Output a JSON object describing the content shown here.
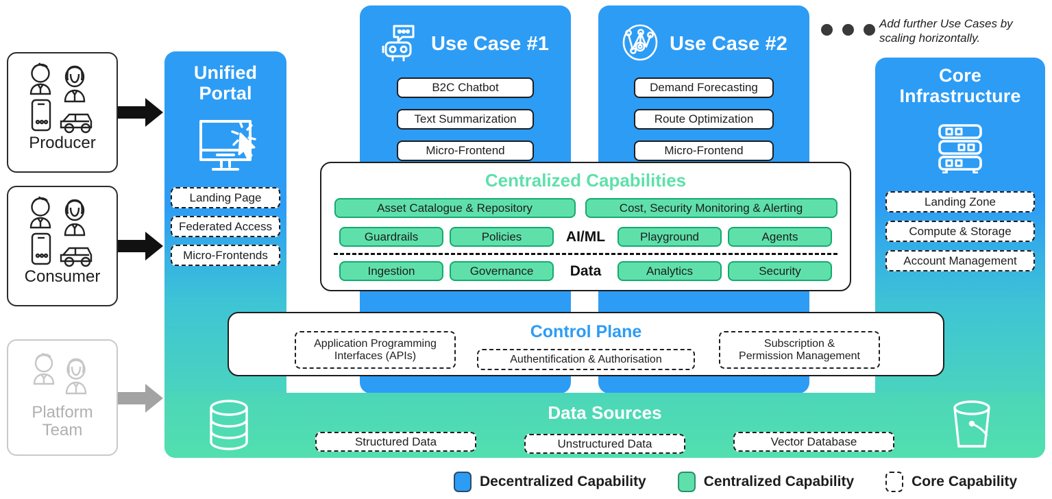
{
  "colors": {
    "decentralized_blue": "#2d9cf5",
    "centralized_green": "#5fe0ab",
    "gradient_top": "#2d9cf5",
    "gradient_bottom": "#52dfae",
    "core_capability_border": "#1d1d1d"
  },
  "actors": [
    {
      "label": "Producer",
      "icon": "people-phone-car-icon",
      "muted": false
    },
    {
      "label": "Consumer",
      "icon": "people-phone-car-icon",
      "muted": false
    },
    {
      "label": "Platform\nTeam",
      "label_line1": "Platform",
      "label_line2": "Team",
      "icon": "people-icon",
      "muted": true
    }
  ],
  "unified_portal": {
    "title_line1": "Unified",
    "title_line2": "Portal",
    "icon": "monitor-cursor-icon",
    "items": [
      {
        "label": "Landing Page"
      },
      {
        "label": "Federated Access"
      },
      {
        "label": "Micro-Frontends"
      }
    ]
  },
  "use_cases": [
    {
      "title": "Use Case #1",
      "icon": "chatbot-icon",
      "items": [
        {
          "label": "B2C Chatbot"
        },
        {
          "label": "Text Summarization"
        },
        {
          "label": "Micro-Frontend"
        }
      ]
    },
    {
      "title": "Use Case #2",
      "icon": "network-graph-icon",
      "items": [
        {
          "label": "Demand Forecasting"
        },
        {
          "label": "Route Optimization"
        },
        {
          "label": "Micro-Frontend"
        }
      ]
    }
  ],
  "scaling_note": {
    "line1": "Add further Use Cases by",
    "line2": "scaling horizontally.",
    "ellipsis_dots": 3
  },
  "core_infrastructure": {
    "title_line1": "Core",
    "title_line2": "Infrastructure",
    "icon": "server-rack-icon",
    "items": [
      {
        "label": "Landing Zone"
      },
      {
        "label": "Compute & Storage"
      },
      {
        "label": "Account Management"
      }
    ]
  },
  "centralized_capabilities": {
    "title": "Centralized Capabilities",
    "wide_items": [
      {
        "label": "Asset Catalogue & Repository"
      },
      {
        "label": "Cost, Security Monitoring & Alerting"
      }
    ],
    "aiml_row": {
      "divider_label": "AI/ML",
      "left": [
        {
          "label": "Guardrails"
        },
        {
          "label": "Policies"
        }
      ],
      "right": [
        {
          "label": "Playground"
        },
        {
          "label": "Agents"
        }
      ]
    },
    "data_row": {
      "divider_label": "Data",
      "left": [
        {
          "label": "Ingestion"
        },
        {
          "label": "Governance"
        }
      ],
      "right": [
        {
          "label": "Analytics"
        },
        {
          "label": "Security"
        }
      ]
    }
  },
  "control_plane": {
    "title": "Control Plane",
    "items": [
      {
        "label_line1": "Application Programming",
        "label_line2": "Interfaces (APIs)"
      },
      {
        "label_line1": "Authentification & Authorisation",
        "label_line2": ""
      },
      {
        "label_line1": "Subscription &",
        "label_line2": "Permission Management"
      }
    ]
  },
  "data_sources": {
    "title": "Data Sources",
    "left_icon": "database-cylinder-icon",
    "right_icon": "bucket-icon",
    "items": [
      {
        "label": "Structured Data"
      },
      {
        "label": "Unstructured Data"
      },
      {
        "label": "Vector Database"
      }
    ]
  },
  "legend": [
    {
      "label": "Decentralized Capability",
      "swatch": "blue"
    },
    {
      "label": "Centralized Capability",
      "swatch": "green"
    },
    {
      "label": "Core Capability",
      "swatch": "dashed"
    }
  ]
}
